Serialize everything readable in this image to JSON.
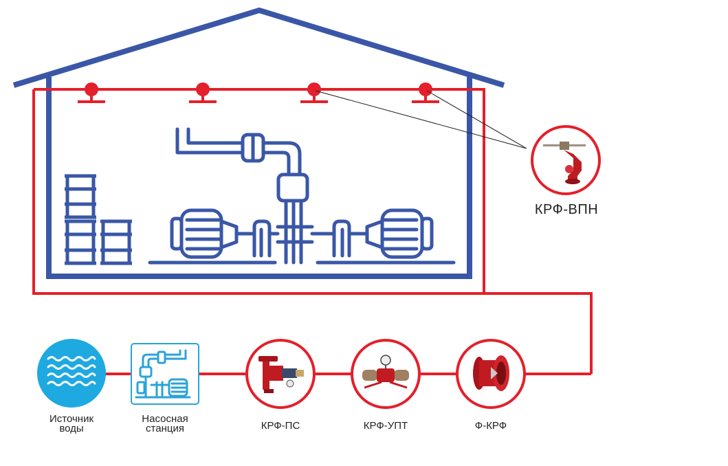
{
  "colors": {
    "building": "#3a57a7",
    "pipe": "#e3202b",
    "water": "#1ea9e1",
    "station_border": "#2aa3d8"
  },
  "labels": {
    "vpn": "КРФ-ВПН",
    "source_line1": "Источник",
    "source_line2": "воды",
    "station_line1": "Насосная",
    "station_line2": "станция",
    "ps": "КРФ-ПС",
    "upt": "КРФ-УПТ",
    "f": "Ф-КРФ"
  },
  "icons": {
    "source": "water-waves-icon",
    "station": "pump-station-icon",
    "ps": "valve-ps-icon",
    "upt": "valve-upt-icon",
    "f": "flange-valve-icon",
    "vpn": "fire-monitor-icon"
  }
}
